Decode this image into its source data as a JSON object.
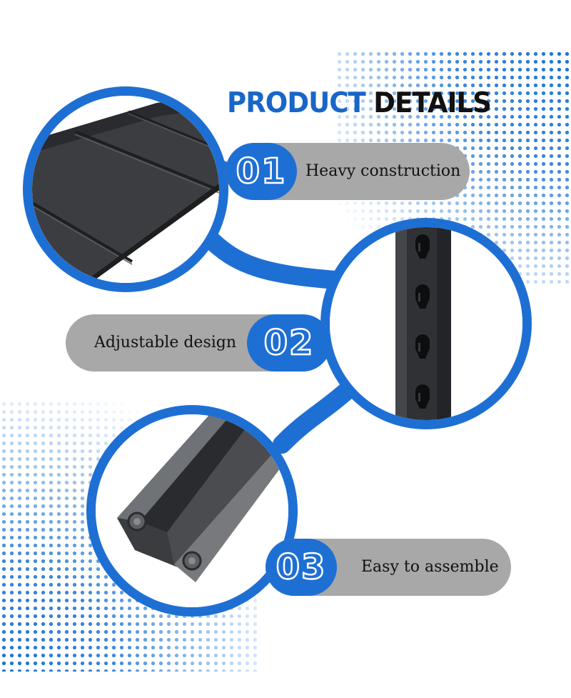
{
  "header": {
    "title_highlight": "PRODUCT",
    "title_rest": "DETAILS"
  },
  "colors": {
    "accent_blue": "#1e6fd3",
    "pill_gray": "#a8a8a8",
    "text_dark": "#111111"
  },
  "features": [
    {
      "number": "01",
      "label": "Heavy construction",
      "image": "shelf-panel-photo"
    },
    {
      "number": "02",
      "label": "Adjustable design",
      "image": "slotted-upright-post-photo"
    },
    {
      "number": "03",
      "label": "Easy to assemble",
      "image": "bolted-beam-photo"
    }
  ]
}
